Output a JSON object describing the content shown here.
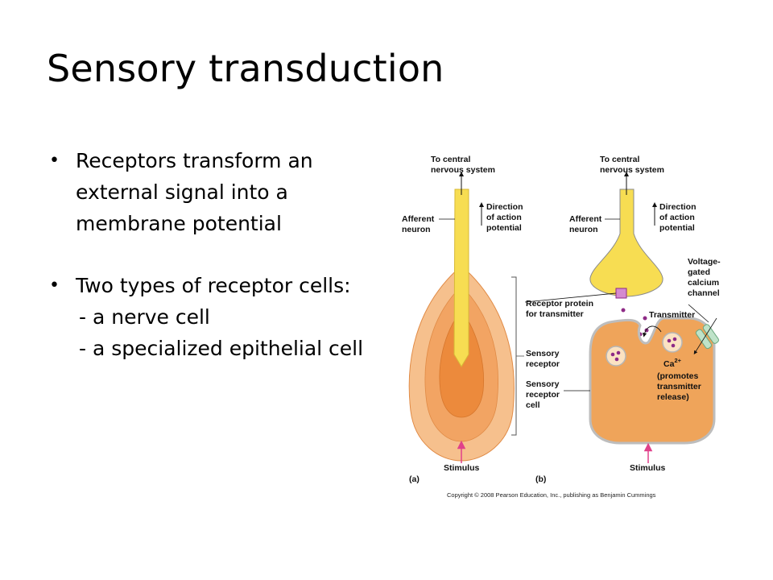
{
  "slide": {
    "title": "Sensory transduction",
    "bullets": [
      {
        "text": "Receptors transform an external signal into a membrane potential",
        "subitems": []
      },
      {
        "text": "Two types of receptor cells:",
        "subitems": [
          "- a nerve cell",
          "- a specialized epithelial cell"
        ]
      }
    ]
  },
  "diagram": {
    "panel_a": {
      "tag": "(a)",
      "cns_label": [
        "To central",
        "nervous system"
      ],
      "direction_label": [
        "Direction",
        "of action",
        "potential"
      ],
      "afferent_label": [
        "Afferent",
        "neuron"
      ],
      "receptor_protein_label": [
        "Receptor protein",
        "for transmitter"
      ],
      "sensory_receptor_label": [
        "Sensory",
        "receptor"
      ],
      "stimulus_label": "Stimulus"
    },
    "panel_b": {
      "tag": "(b)",
      "cns_label": [
        "To central",
        "nervous system"
      ],
      "direction_label": [
        "Direction",
        "of action",
        "potential"
      ],
      "afferent_label": [
        "Afferent",
        "neuron"
      ],
      "channel_label": [
        "Voltage-",
        "gated",
        "calcium",
        "channel"
      ],
      "transmitter_label": "Transmitter",
      "ca_label": "Ca",
      "ca_superscript": "2+",
      "ca_note": [
        "(promotes",
        "transmitter",
        "release)"
      ],
      "sensory_cell_label": [
        "Sensory",
        "receptor",
        "cell"
      ],
      "stimulus_label": "Stimulus"
    },
    "copyright": "Copyright © 2008 Pearson Education, Inc., publishing as Benjamin Cummings",
    "colors": {
      "neuron_yellow": "#f7dd52",
      "receptor_outer": "#f6c08d",
      "receptor_mid": "#f2a463",
      "receptor_inner": "#ec8a3c",
      "cell_orange": "#efa45a",
      "stimulus_arrow": "#e0418a",
      "transmitter_dot": "#8e2a86",
      "channel_green": "#bfe3c9"
    }
  }
}
